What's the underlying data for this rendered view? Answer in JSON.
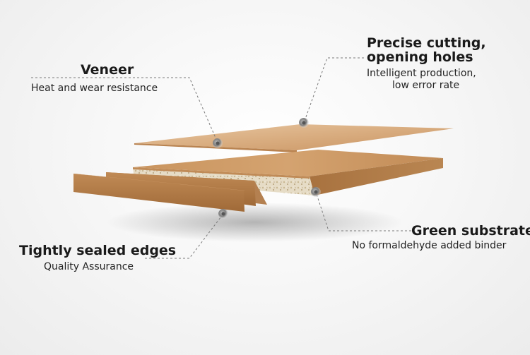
{
  "callouts": {
    "veneer": {
      "title": "Veneer",
      "subtitle": "Heat and wear resistance"
    },
    "precise": {
      "title_line1": "Precise cutting,",
      "title_line2": "opening holes",
      "subtitle_line1": "Intelligent production,",
      "subtitle_line2": "low error rate"
    },
    "substrate": {
      "title": "Green substrate",
      "subtitle": "No formaldehyde added binder"
    },
    "edges": {
      "title": "Tightly sealed edges",
      "subtitle": "Quality Assurance"
    }
  },
  "colors": {
    "veneer_top": "#dcb48b",
    "board_top": "#c99966",
    "board_front": "#b8824f",
    "core": "#e2d6bf",
    "edge_strip": "#b07b48",
    "leader_line": "#7a7a7a",
    "marker": "#8a8a8a"
  }
}
